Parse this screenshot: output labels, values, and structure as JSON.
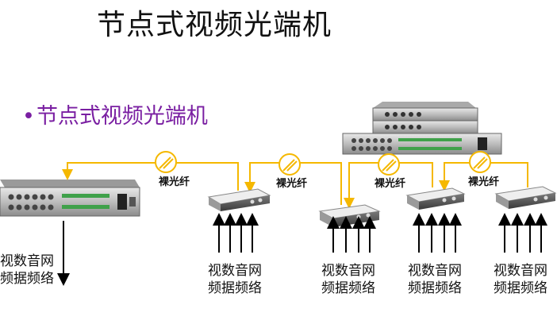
{
  "title": "节点式视频光端机",
  "subtitle": "节点式视频光端机",
  "fiber_label": "裸光纤",
  "signal_labels": {
    "line1": "视数音网",
    "line2": "频据频络"
  },
  "colors": {
    "fiber_line": "#f5b800",
    "subtitle": "#7a1fa2",
    "rack_body": "#c8c8c8",
    "box_body": "#d9d9d9"
  }
}
